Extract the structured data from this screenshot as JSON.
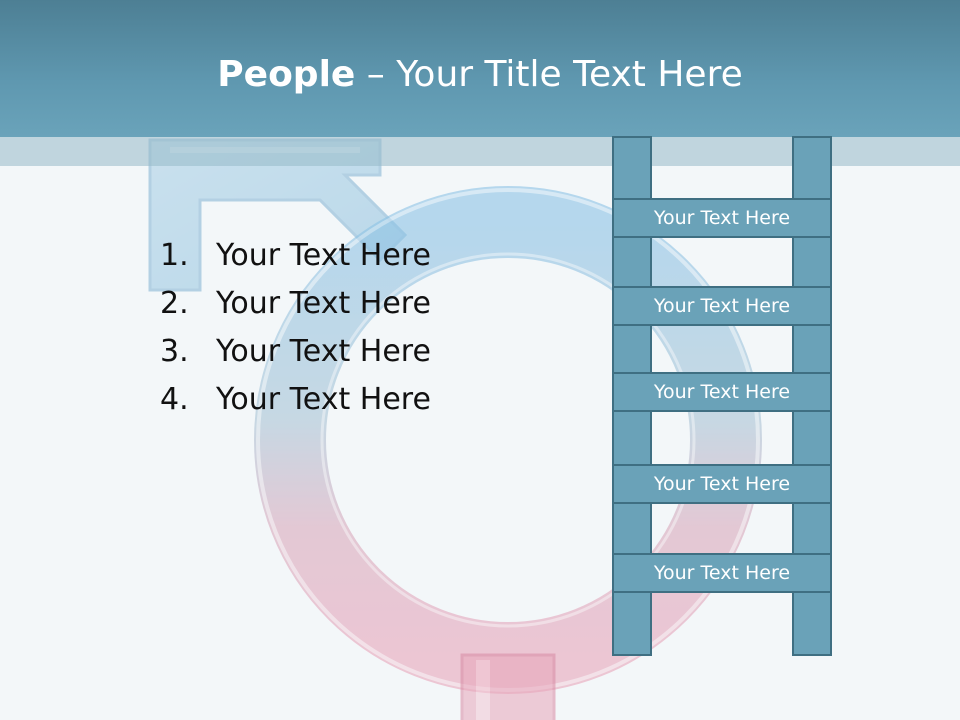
{
  "title": {
    "bold": "People",
    "rest": " – Your Title Text Here"
  },
  "list": {
    "items": [
      {
        "num": "1.",
        "text": "Your Text Here"
      },
      {
        "num": "2.",
        "text": "Your Text Here"
      },
      {
        "num": "3.",
        "text": "Your Text Here"
      },
      {
        "num": "4.",
        "text": "Your Text Here"
      }
    ]
  },
  "ladder": {
    "rungs": [
      "Your Text Here",
      "Your Text Here",
      "Your Text Here",
      "Your Text Here",
      "Your Text Here"
    ]
  },
  "colors": {
    "header": "#5f98b0",
    "ladder_fill": "#6aa2b8",
    "ladder_border": "#3f6f82",
    "symbol_blue": "#8cc3e6",
    "symbol_pink": "#e8a6bb"
  },
  "background_image": "gender-symbol-icon"
}
